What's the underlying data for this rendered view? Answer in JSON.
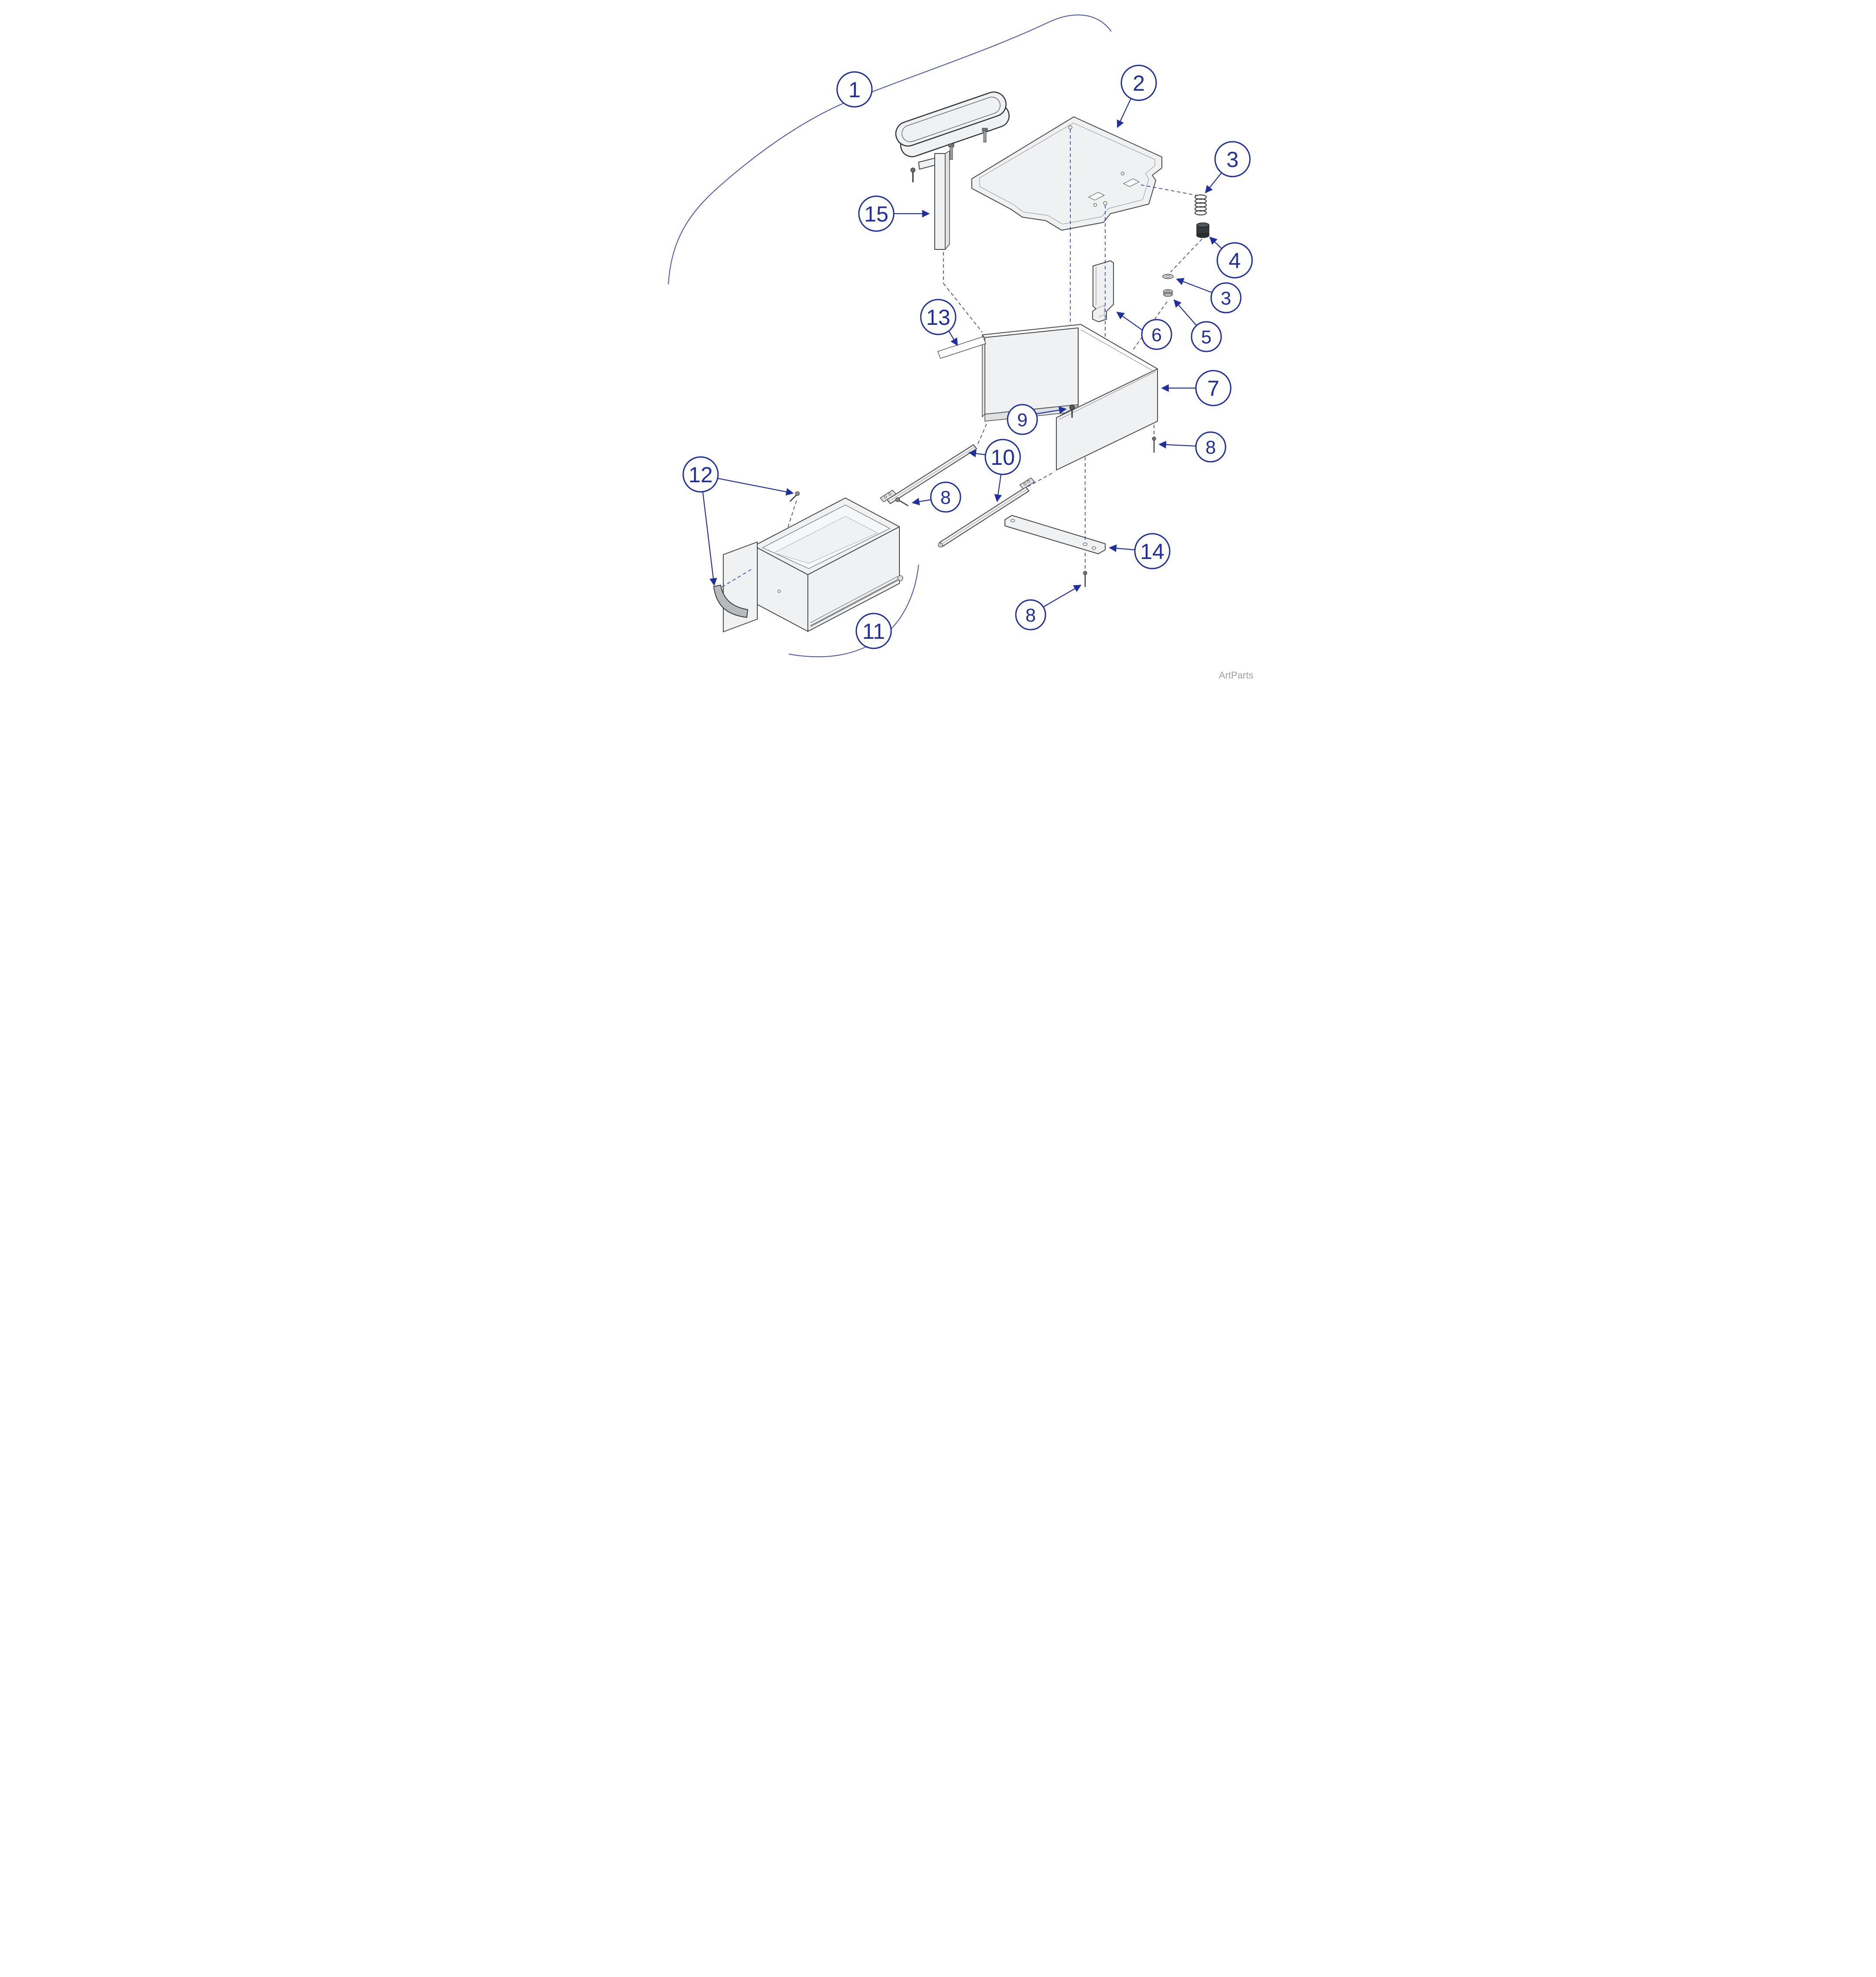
{
  "diagram": {
    "watermark": "ArtParts",
    "colors": {
      "callout_blue": "#1f2fa0",
      "brace_blue": "#4a55a8",
      "dashed_blue": "#2b3a9e",
      "outline_gray": "#4a4a4a",
      "fill_gray": "#f0f1f2",
      "pad_dark": "#53575b"
    },
    "callouts": [
      {
        "label": "1",
        "part": "armrest-assembly"
      },
      {
        "label": "2",
        "part": "worksurface-tray"
      },
      {
        "label": "3",
        "part": "spring"
      },
      {
        "label": "4",
        "part": "bumper"
      },
      {
        "label": "3",
        "part": "washer"
      },
      {
        "label": "5",
        "part": "nut"
      },
      {
        "label": "6",
        "part": "retainer-bracket"
      },
      {
        "label": "7",
        "part": "housing"
      },
      {
        "label": "8",
        "part": "screw-housing-right"
      },
      {
        "label": "9",
        "part": "screw-housing-center"
      },
      {
        "label": "10",
        "part": "drawer-slides"
      },
      {
        "label": "8",
        "part": "screw-slide"
      },
      {
        "label": "12",
        "part": "screw-and-corner-trim"
      },
      {
        "label": "13",
        "part": "label-plate"
      },
      {
        "label": "11",
        "part": "drawer"
      },
      {
        "label": "14",
        "part": "mounting-strap"
      },
      {
        "label": "8",
        "part": "screw-bottom"
      },
      {
        "label": "15",
        "part": "armrest-post"
      }
    ]
  }
}
